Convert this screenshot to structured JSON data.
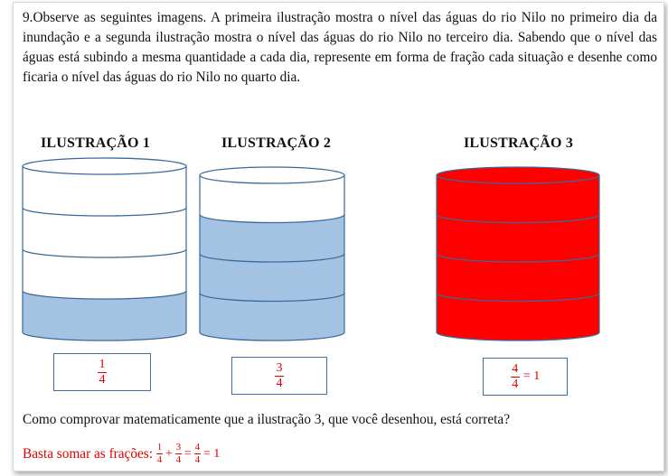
{
  "question": "9.Observe as seguintes imagens. A primeira ilustração mostra o nível das águas do rio Nilo no primeiro dia da inundação e a segunda ilustração mostra o nível das águas do rio Nilo no terceiro dia. Sabendo que o nível das águas está subindo a mesma quantidade a cada dia, represente em forma de fração cada situação e desenhe como ficaria o nível das águas do rio Nilo no quarto dia.",
  "illustrations": [
    {
      "title": "ILUSTRAÇÃO 1",
      "filled_fraction": 0.25,
      "fill_color": "#a4c3e3",
      "numerator": "1",
      "denominator": "4",
      "equals": ""
    },
    {
      "title": "ILUSTRAÇÃO 2",
      "filled_fraction": 0.75,
      "fill_color": "#a4c3e3",
      "numerator": "3",
      "denominator": "4",
      "equals": ""
    },
    {
      "title": "ILUSTRAÇÃO 3",
      "filled_fraction": 1.0,
      "fill_color": "#ff0000",
      "numerator": "4",
      "denominator": "4",
      "equals": "= 1"
    }
  ],
  "check_question": "Como comprovar matematicamente que a ilustração 3, que você desenhou, está correta?",
  "answer": {
    "text": "Basta somar as frações:",
    "terms": [
      {
        "numerator": "1",
        "denominator": "4"
      },
      {
        "numerator": "3",
        "denominator": "4"
      },
      {
        "numerator": "4",
        "denominator": "4"
      }
    ],
    "plus": "+",
    "equals": "=",
    "result": "= 1"
  },
  "colors": {
    "answer_red": "#e00000",
    "water_blue": "#a4c3e3",
    "cylinder_outline": "#3a6a98"
  }
}
